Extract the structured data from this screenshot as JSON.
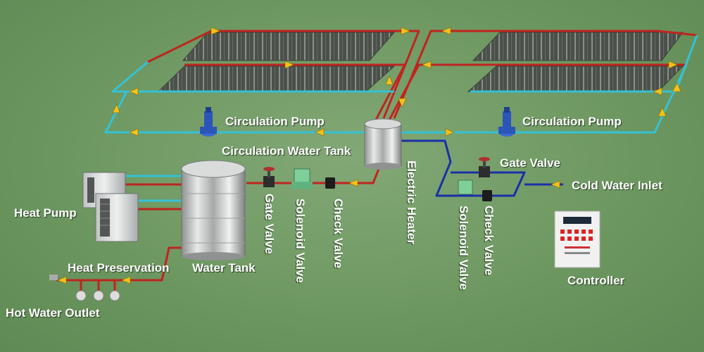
{
  "labels": {
    "circulation_pump_left": "Circulation Pump",
    "circulation_pump_right": "Circulation Pump",
    "circulation_water_tank": "Circulation Water Tank",
    "gate_valve_right": "Gate Valve",
    "cold_water_inlet": "Cold Water Inlet",
    "heat_pump": "Heat Pump",
    "heat_preservation": "Heat Preservation",
    "water_tank": "Water Tank",
    "hot_water_outlet": "Hot Water Outlet",
    "gate_valve_left": "Gate Valve",
    "solenoid_valve_left": "Solenoid Valve",
    "check_valve_left": "Check Valve",
    "electric_heater": "Electric Heater",
    "solenoid_valve_right": "Solenoid Valve",
    "check_valve_right": "Check Valve",
    "controller": "Controller"
  },
  "colors": {
    "hot_pipe": "#c0241f",
    "cool_pipe": "#34c2d6",
    "cold_pipe": "#1a2fa8",
    "arrow": "#f2c21a",
    "collector": "#4a5048"
  }
}
